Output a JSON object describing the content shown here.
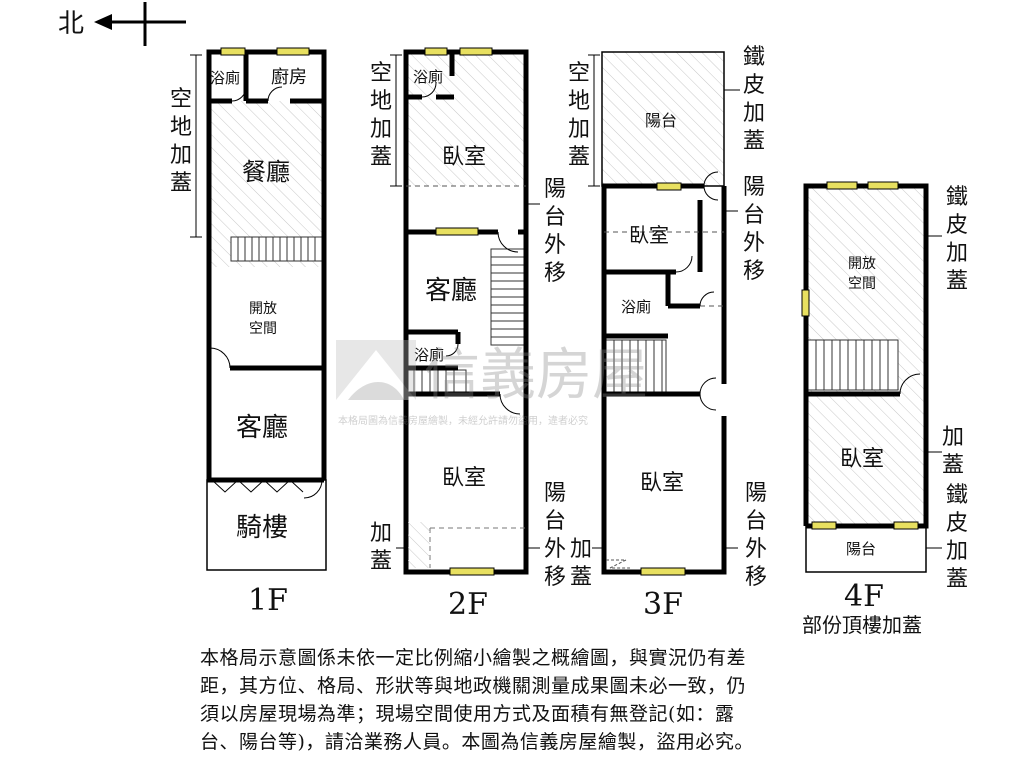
{
  "compass": {
    "label": "北"
  },
  "floors": {
    "f1": {
      "label": "1F",
      "rooms": {
        "bathroom": "浴廁",
        "kitchen": "廚房",
        "dining": "餐廳",
        "open_space_line1": "開放",
        "open_space_line2": "空間",
        "living": "客廳",
        "arcade": "騎樓"
      },
      "annotation": [
        "空",
        "地",
        "加",
        "蓋"
      ]
    },
    "f2": {
      "label": "2F",
      "rooms": {
        "bathroom_top": "浴廁",
        "bedroom_top": "臥室",
        "living": "客廳",
        "bathroom_mid": "浴廁",
        "bedroom_bottom": "臥室"
      },
      "annotations": {
        "left_top": [
          "空",
          "地",
          "加",
          "蓋"
        ],
        "right_mid": [
          "陽",
          "台",
          "外",
          "移"
        ],
        "left_bottom": [
          "加",
          "蓋"
        ],
        "right_bottom": [
          "陽",
          "台",
          "外",
          "移"
        ]
      }
    },
    "f3": {
      "label": "3F",
      "rooms": {
        "balcony": "陽台",
        "bedroom_top": "臥室",
        "bathroom": "浴廁",
        "bedroom_bottom": "臥室"
      },
      "annotations": {
        "left_top": [
          "空",
          "地",
          "加",
          "蓋"
        ],
        "right_top": [
          "鐵",
          "皮",
          "加",
          "蓋"
        ],
        "right_mid": [
          "陽",
          "台",
          "外",
          "移"
        ],
        "left_bottom": [
          "加",
          "蓋"
        ],
        "right_bottom": [
          "陽",
          "台",
          "外",
          "移"
        ]
      }
    },
    "f4": {
      "label": "4F",
      "sublabel": "部份頂樓加蓋",
      "rooms": {
        "open_space_line1": "開放",
        "open_space_line2": "空間",
        "bedroom": "臥室",
        "balcony": "陽台"
      },
      "annotations": {
        "right_top": [
          "鐵",
          "皮",
          "加",
          "蓋"
        ],
        "right_mid": [
          "加",
          "蓋"
        ],
        "right_bottom": [
          "鐵",
          "皮",
          "加",
          "蓋"
        ]
      }
    }
  },
  "watermark": {
    "brand": "信義房屋",
    "notice": "本格局圖為信義房屋繪製，未經允許請勿盜用，違者必究"
  },
  "disclaimer": [
    "本格局示意圖係未依一定比例縮小繪製之概繪圖，與實況仍有差",
    "距，其方位、格局、形狀等與地政機關測量成果圖未必一致，仍",
    "須以房屋現場為準；現場空間使用方式及面積有無登記(如：露",
    "台、陽台等)，請洽業務人員。本圖為信義房屋繪製，盜用必究。"
  ]
}
